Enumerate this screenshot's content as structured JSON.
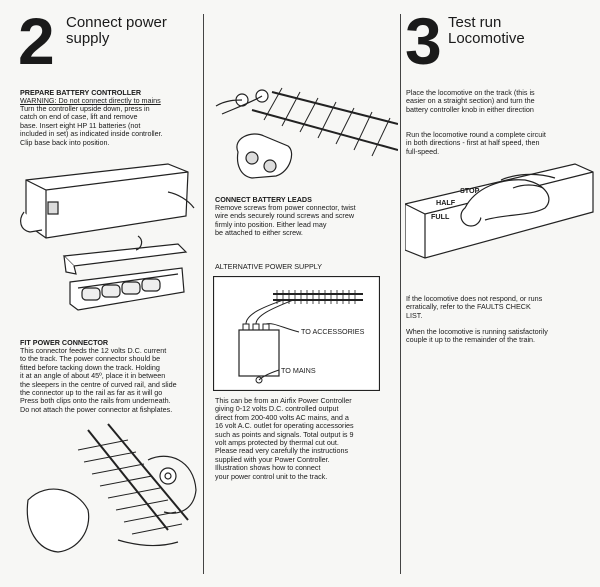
{
  "step2": {
    "number": "2",
    "title_line1": "Connect power",
    "title_line2": "supply",
    "battery": {
      "heading": "PREPARE BATTERY CONTROLLER",
      "warning": "WARNING: Do not connect directly to mains",
      "lines": [
        "Turn the controller upside down, press in",
        "catch on end of case, lift and remove",
        "base. Insert eight HP 11 batteries (not",
        "included in set) as indicated inside controller.",
        "Clip base back into position."
      ]
    },
    "connector": {
      "heading": "FIT POWER CONNECTOR",
      "lines": [
        "This connector feeds the 12 volts D.C. current",
        "to the track. The power connector should be",
        "fitted before tacking down the track. Holding",
        "it at an angle of about 45º, place it in between",
        "the sleepers in the centre of curved rail, and slide",
        "the connector up to the rail as far as it will go",
        "Press both clips onto the rails from underneath.",
        "Do not attach the power connector at fishplates."
      ]
    },
    "leads": {
      "heading": "CONNECT BATTERY LEADS",
      "lines": [
        "Remove screws from power connector, twist",
        "wire ends securely round screws and screw",
        "firmly into position. Either lead may",
        "be attached to either screw."
      ]
    },
    "alternative": {
      "heading": "ALTERNATIVE POWER SUPPLY",
      "label_accessories": "TO ACCESSORIES",
      "label_mains": "TO MAINS",
      "lines": [
        "This can be from an Airfix Power Controller",
        "giving 0-12 volts D.C. controlled output",
        "direct from 200-400 volts AC mains, and a",
        "16 volt A.C. outlet for operating accessories",
        "such as points and signals. Total output is 9",
        "volt amps protected by thermal cut out.",
        "Please read very carefully the instructions",
        "supplied with your Power Controller.",
        "Illustration  shows how to connect",
        "your power control unit to the track."
      ]
    }
  },
  "step3": {
    "number": "3",
    "title_line1": "Test run",
    "title_line2": "Locomotive",
    "intro_lines": [
      "Place the locomotive on the track (this is",
      "easier on a straight section) and turn the",
      "battery controller knob in either direction"
    ],
    "run_lines": [
      "Run the locomotive round a complete circuit",
      "in both directions - first at half speed, then",
      "full-speed."
    ],
    "knob_labels": {
      "half": "HALF",
      "stop": "STOP",
      "full": "FULL"
    },
    "fault_lines": [
      "If the locomotive does not respond, or runs",
      "erratically, refer to the FAULTS CHECK",
      "LIST."
    ],
    "couple_lines": [
      "When the locomotive is running satisfactorily",
      "couple it up to the remainder of the train."
    ]
  }
}
